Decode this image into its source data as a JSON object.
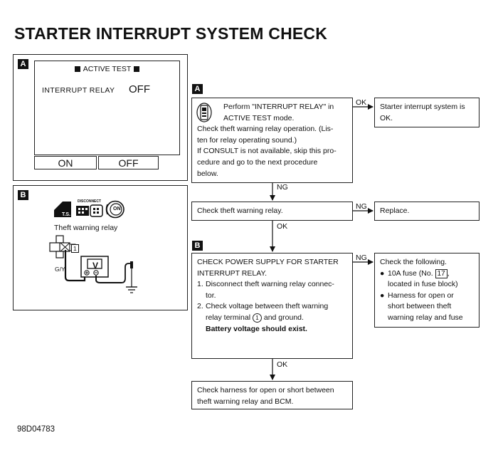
{
  "title": "STARTER INTERRUPT SYSTEM CHECK",
  "tags": {
    "a": "A",
    "b": "B"
  },
  "panel_a": {
    "header": "ACTIVE TEST",
    "item": "INTERRUPT RELAY",
    "value": "OFF",
    "btn_on": "ON",
    "btn_off": "OFF"
  },
  "panel_b": {
    "icon_ts": "T.S.",
    "icon_disconnect": "DISCONNECT",
    "icon_on": "ON",
    "caption": "Theft warning relay",
    "terminal_no": "1",
    "wire_color": "G/Y",
    "meter": "V"
  },
  "flow": {
    "box1": {
      "line1": "Perform \"INTERRUPT RELAY\" in",
      "line2": "ACTIVE TEST mode.",
      "line3": "Check theft warning relay operation. (Lis-",
      "line4": "ten for relay operating sound.)",
      "line5": "If CONSULT is not available, skip this pro-",
      "line6": "cedure and go to the next procedure",
      "line7": "below."
    },
    "ok1": "OK",
    "result_ok": {
      "line1": "Starter interrupt system is",
      "line2": "OK."
    },
    "ng1": "NG",
    "box2": "Check theft warning relay.",
    "ng2": "NG",
    "replace": "Replace.",
    "ok2": "OK",
    "box3": {
      "line1": "CHECK POWER SUPPLY FOR STARTER",
      "line2": "INTERRUPT RELAY.",
      "s1_num": "1.",
      "s1_l1": "Disconnect theft warning relay connec-",
      "s1_l2": "tor.",
      "s2_num": "2.",
      "s2_l1": "Check voltage between theft warning",
      "s2_l2a": "relay terminal",
      "s2_term": "1",
      "s2_l2b": "and ground.",
      "s2_l3": "Battery voltage should exist."
    },
    "ng3": "NG",
    "check_following": {
      "head": "Check the following.",
      "b1_l1a": "10A fuse (No.",
      "b1_fuse": "17",
      "b1_l1b": ",",
      "b1_l2": "located in fuse block)",
      "b2_l1": "Harness for open or",
      "b2_l2": "short between theft",
      "b2_l3": "warning relay and fuse"
    },
    "ok3": "OK",
    "box4": {
      "line1": "Check harness for open or short between",
      "line2": "theft warning relay and BCM."
    }
  },
  "figure_code": "98D04783"
}
